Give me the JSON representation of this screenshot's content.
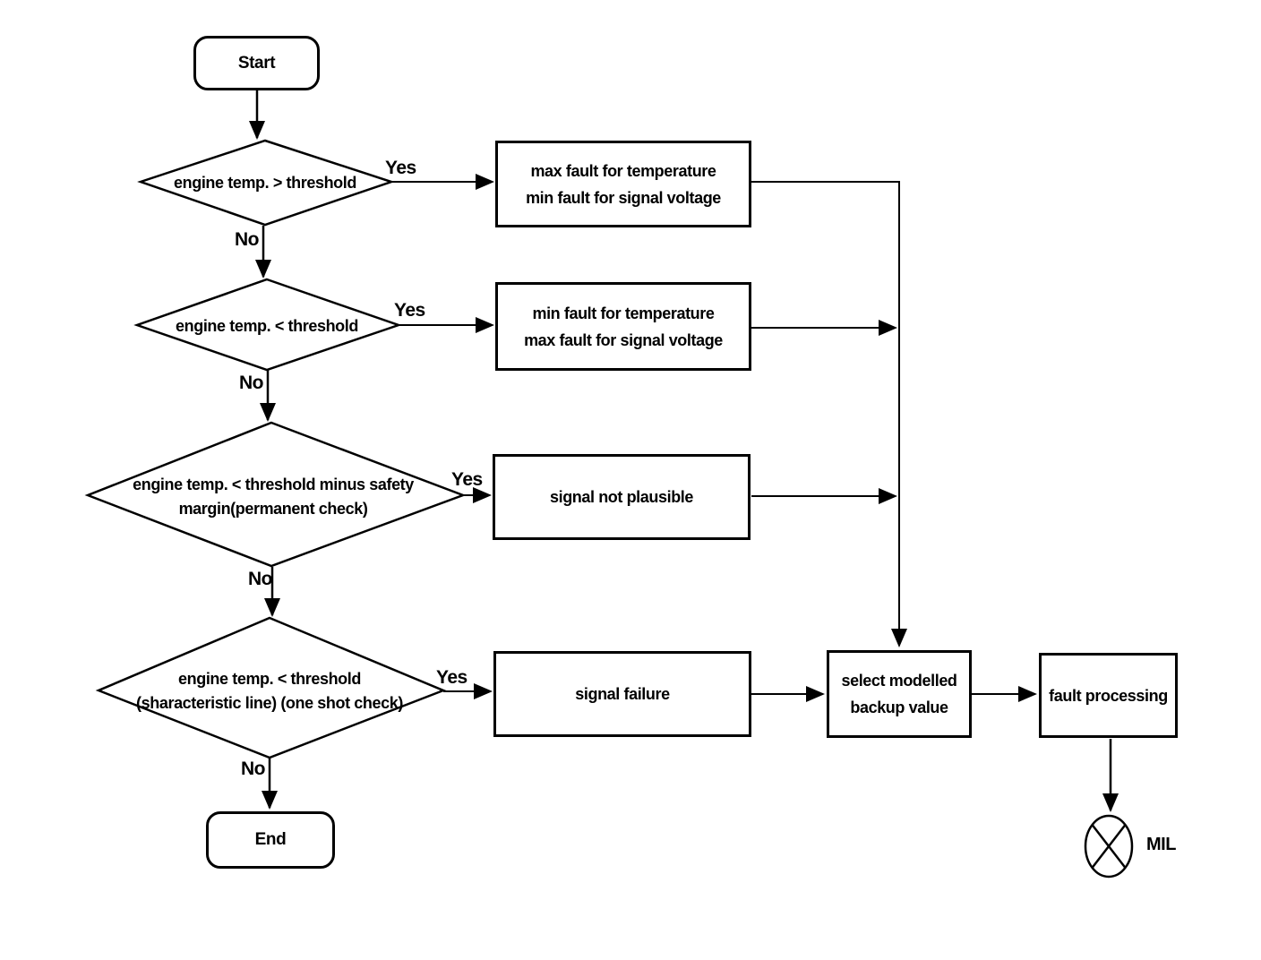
{
  "diagram": {
    "background": "#ffffff",
    "stroke_color": "#000000",
    "nodes": {
      "start": {
        "label": "Start"
      },
      "decision1": {
        "label": "engine temp. > threshold"
      },
      "process1": {
        "label": "max fault for temperature\nmin fault for signal voltage"
      },
      "decision2": {
        "label": "engine temp. < threshold"
      },
      "process2": {
        "label": "min fault for temperature\nmax fault for signal voltage"
      },
      "decision3": {
        "label": "engine temp.  < threshold minus safety\nmargin(permanent check)"
      },
      "process3": {
        "label": "signal not plausible"
      },
      "decision4": {
        "label": "engine temp. < threshold\n(sharacteristic line) (one shot check)"
      },
      "process4": {
        "label": "signal failure"
      },
      "select_backup": {
        "label": "select modelled\nbackup value"
      },
      "fault_processing": {
        "label": "fault processing"
      },
      "end": {
        "label": "End"
      },
      "mil_indicator": {
        "label": "MIL"
      }
    },
    "edge_labels": {
      "decision1_yes": "Yes",
      "decision1_no": "No",
      "decision2_yes": "Yes",
      "decision2_no": "No",
      "decision3_yes": "Yes",
      "decision3_no": "No",
      "decision4_yes": "Yes",
      "decision4_no": "No"
    }
  }
}
